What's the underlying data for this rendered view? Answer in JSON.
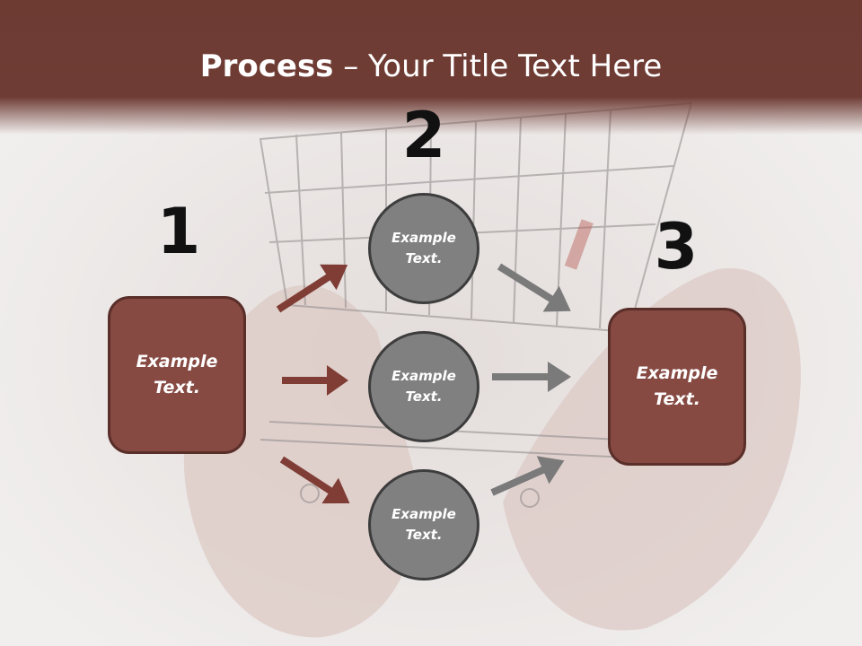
{
  "slide": {
    "title_bold": "Process",
    "title_rest": " – Your Title Text Here",
    "step_numbers": [
      "1",
      "2",
      "3"
    ],
    "left_box": {
      "text": "Example\nText."
    },
    "right_box": {
      "text": "Example\nText."
    },
    "circles": [
      {
        "text": "Example\nText."
      },
      {
        "text": "Example\nText."
      },
      {
        "text": "Example\nText."
      }
    ],
    "colors": {
      "header_band": "#6e3b33",
      "box_fill": "#864a43",
      "box_border": "#5a2e29",
      "circle_fill": "#808080",
      "circle_border": "#3d3d3d",
      "arrow_red": "#7f3d35",
      "arrow_gray": "#7a7a7a"
    },
    "background_image": "hands-holding-shopping-cart-photo"
  }
}
